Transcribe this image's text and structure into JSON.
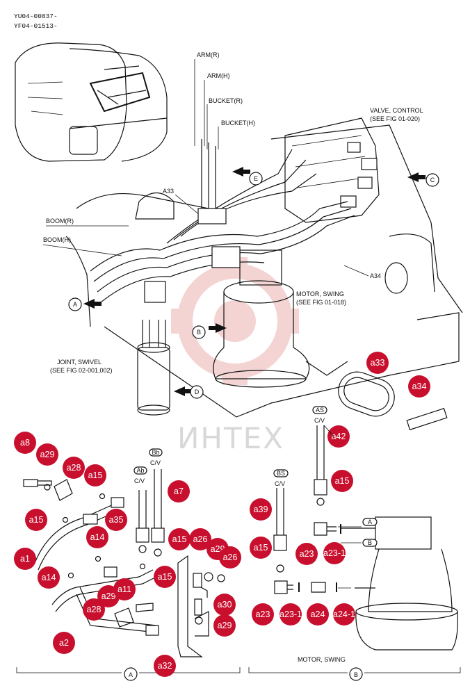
{
  "header": {
    "code1": "YU04-00837-",
    "code2": "YF04-01513-"
  },
  "labels": {
    "arm_r": "ARM(R)",
    "arm_h": "ARM(H)",
    "bucket_r": "BUCKET(R)",
    "bucket_h": "BUCKET(H)",
    "valve_control_1": "VALVE, CONTROL",
    "valve_control_2": "(SEE FIG 01-020)",
    "a33_ref": "A33",
    "a34_ref": "A34",
    "boom_r": "BOOM(R)",
    "boom_h": "BOOM(H)",
    "motor_swing_1": "MOTOR, SWING",
    "motor_swing_2": "(SEE FIG 01-018)",
    "joint_swivel_1": "JOINT, SWIVEL",
    "joint_swivel_2": "(SEE FIG 02-001,002)",
    "motor_swing_bottom": "MOTOR, SWING",
    "cv": "C/V",
    "port_ab": "Ab",
    "port_bb": "Bb",
    "port_as": "AS",
    "port_bs": "BS",
    "port_a": "A",
    "port_b": "B"
  },
  "view_arrows": [
    "A",
    "B",
    "C",
    "D",
    "E"
  ],
  "sections": {
    "left": "A",
    "right": "B"
  },
  "callouts": [
    "a1",
    "a2",
    "a7",
    "a8",
    "a11",
    "a14",
    "a14",
    "a15",
    "a15",
    "a15",
    "a15",
    "a15",
    "a15",
    "a23",
    "a23",
    "a23-1",
    "a23-1",
    "a24",
    "a24-1",
    "a26",
    "a26",
    "a28",
    "a28",
    "a29",
    "a29",
    "a29",
    "a30",
    "a32",
    "a33",
    "a34",
    "a35",
    "a39",
    "a42"
  ],
  "watermark": "ИНТЕХ",
  "colors": {
    "callout": "#c8102e",
    "watermark": "#e8a0a0",
    "line": "#111111"
  }
}
